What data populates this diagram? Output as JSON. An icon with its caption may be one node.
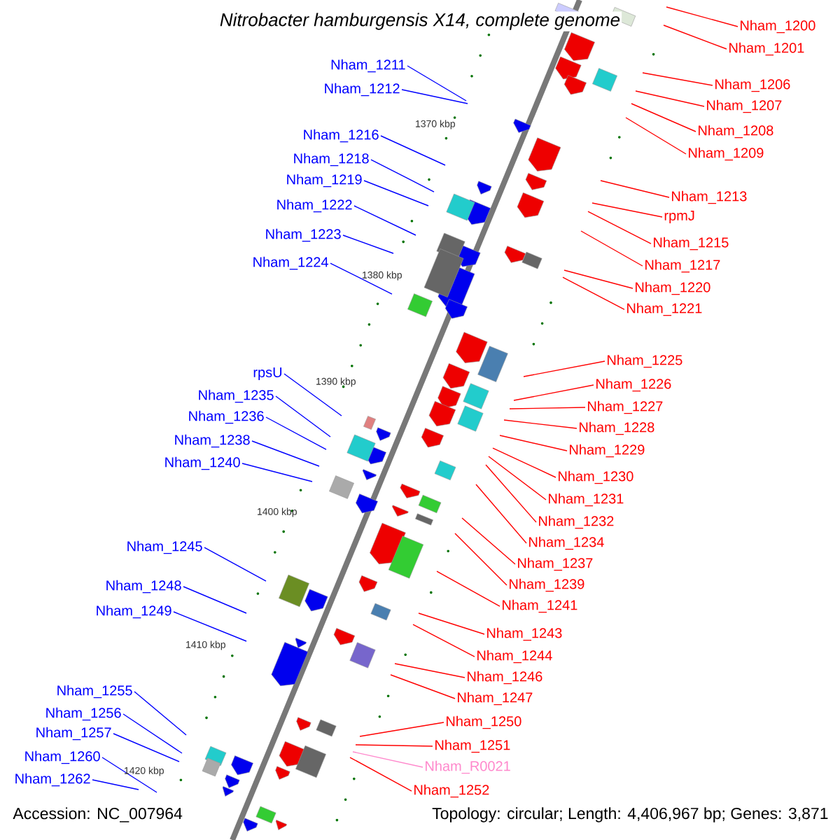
{
  "diagram": {
    "title": "Nitrobacter hamburgensis X14, complete genome",
    "nodes": [
      {
        "text": [
          "Nham_1211"
        ]
      },
      {
        "text": [
          "Nham_1212"
        ]
      },
      {
        "text": [
          "Nham_1216"
        ]
      },
      {
        "text": [
          "Nham_1218"
        ]
      },
      {
        "text": [
          "Nham_1219"
        ]
      },
      {
        "text": [
          "Nham_1222"
        ]
      },
      {
        "text": [
          "Nham_1223"
        ]
      },
      {
        "text": [
          "Nham_1224"
        ]
      },
      {
        "text": [
          "rpsU"
        ]
      },
      {
        "text": [
          "Nham_1235"
        ]
      },
      {
        "text": [
          "Nham_1236"
        ]
      },
      {
        "text": [
          "Nham_1238"
        ]
      },
      {
        "text": [
          "Nham_1240"
        ]
      },
      {
        "text": [
          "Nham_1245"
        ]
      },
      {
        "text": [
          "Nham_1248"
        ]
      },
      {
        "text": [
          "Nham_1249"
        ]
      },
      {
        "text": [
          "Nham_1255"
        ]
      },
      {
        "text": [
          "Nham_1256"
        ]
      },
      {
        "text": [
          "Nham_1257"
        ]
      },
      {
        "text": [
          "Nham_1260"
        ]
      },
      {
        "text": [
          "Nham_1262"
        ]
      },
      {
        "text": [
          "Nham_1200"
        ]
      },
      {
        "text": [
          "Nham_1201"
        ]
      },
      {
        "text": [
          "Nham_1206"
        ]
      },
      {
        "text": [
          "Nham_1207"
        ]
      },
      {
        "text": [
          "Nham_1208"
        ]
      },
      {
        "text": [
          "Nham_1209"
        ]
      },
      {
        "text": [
          "Nham_1213"
        ]
      },
      {
        "text": [
          "rpmJ"
        ]
      },
      {
        "text": [
          "Nham_1215"
        ]
      },
      {
        "text": [
          "Nham_1217"
        ]
      },
      {
        "text": [
          "Nham_1220"
        ]
      },
      {
        "text": [
          "Nham_1221"
        ]
      },
      {
        "text": [
          "Nham_1225"
        ]
      },
      {
        "text": [
          "Nham_1226"
        ]
      },
      {
        "text": [
          "Nham_1227"
        ]
      },
      {
        "text": [
          "Nham_1228"
        ]
      },
      {
        "text": [
          "Nham_1229"
        ]
      },
      {
        "text": [
          "Nham_1230"
        ]
      },
      {
        "text": [
          "Nham_1231"
        ]
      },
      {
        "text": [
          "Nham_1232"
        ]
      },
      {
        "text": [
          "Nham_1234"
        ]
      },
      {
        "text": [
          "Nham_1237"
        ]
      },
      {
        "text": [
          "Nham_1239"
        ]
      },
      {
        "text": [
          "Nham_1241"
        ]
      },
      {
        "text": [
          "Nham_1243"
        ]
      },
      {
        "text": [
          "Nham_1244"
        ]
      },
      {
        "text": [
          "Nham_1246"
        ]
      },
      {
        "text": [
          "Nham_1247"
        ]
      },
      {
        "text": [
          "Nham_1250"
        ]
      },
      {
        "text": [
          "Nham_1251"
        ]
      },
      {
        "text": [
          "Nham_R0021"
        ]
      },
      {
        "text": [
          "Nham_1252"
        ]
      }
    ],
    "edges": [
      {
        "from": 0,
        "to": null,
        "arrow": "none",
        "color": "#0000ff"
      },
      {
        "from": 1,
        "to": null,
        "arrow": "none",
        "color": "#0000ff"
      },
      {
        "from": 2,
        "to": null,
        "arrow": "none",
        "color": "#0000ff"
      },
      {
        "from": 3,
        "to": null,
        "arrow": "none",
        "color": "#0000ff"
      },
      {
        "from": 4,
        "to": null,
        "arrow": "none",
        "color": "#0000ff"
      },
      {
        "from": 5,
        "to": null,
        "arrow": "none",
        "color": "#0000ff"
      },
      {
        "from": 6,
        "to": null,
        "arrow": "none",
        "color": "#0000ff"
      },
      {
        "from": 7,
        "to": null,
        "arrow": "none",
        "color": "#0000ff"
      },
      {
        "from": 8,
        "to": null,
        "arrow": "none",
        "color": "#0000ff"
      },
      {
        "from": 9,
        "to": null,
        "arrow": "none",
        "color": "#0000ff"
      },
      {
        "from": 10,
        "to": null,
        "arrow": "none",
        "color": "#0000ff"
      },
      {
        "from": 11,
        "to": null,
        "arrow": "none",
        "color": "#0000ff"
      },
      {
        "from": 12,
        "to": null,
        "arrow": "none",
        "color": "#0000ff"
      },
      {
        "from": 13,
        "to": null,
        "arrow": "none",
        "color": "#0000ff"
      },
      {
        "from": 14,
        "to": null,
        "arrow": "none",
        "color": "#0000ff"
      },
      {
        "from": 15,
        "to": null,
        "arrow": "none",
        "color": "#0000ff"
      },
      {
        "from": 16,
        "to": null,
        "arrow": "none",
        "color": "#0000ff"
      },
      {
        "from": 17,
        "to": null,
        "arrow": "none",
        "color": "#0000ff"
      },
      {
        "from": 18,
        "to": null,
        "arrow": "none",
        "color": "#0000ff"
      },
      {
        "from": 19,
        "to": null,
        "arrow": "none",
        "color": "#0000ff"
      },
      {
        "from": 20,
        "to": null,
        "arrow": "none",
        "color": "#0000ff"
      },
      {
        "from": 21,
        "to": null,
        "arrow": "none"
      },
      {
        "from": 22,
        "to": null,
        "arrow": "none"
      },
      {
        "from": 23,
        "to": null,
        "arrow": "none"
      },
      {
        "from": 24,
        "to": null,
        "arrow": "none"
      },
      {
        "from": 25,
        "to": null,
        "arrow": "none"
      },
      {
        "from": 26,
        "to": null,
        "arrow": "none"
      },
      {
        "from": 27,
        "to": null,
        "arrow": "none"
      },
      {
        "from": 28,
        "to": null,
        "arrow": "none"
      },
      {
        "from": 29,
        "to": null,
        "arrow": "none"
      },
      {
        "from": 30,
        "to": null,
        "arrow": "none"
      },
      {
        "from": 31,
        "to": null,
        "arrow": "none"
      },
      {
        "from": 32,
        "to": null,
        "arrow": "none"
      },
      {
        "from": 33,
        "to": null,
        "arrow": "none"
      },
      {
        "from": 34,
        "to": null,
        "arrow": "none"
      },
      {
        "from": 35,
        "to": null,
        "arrow": "none"
      },
      {
        "from": 36,
        "to": null,
        "arrow": "none"
      },
      {
        "from": 37,
        "to": null,
        "arrow": "none"
      },
      {
        "from": 38,
        "to": null,
        "arrow": "none"
      },
      {
        "from": 39,
        "to": null,
        "arrow": "none"
      },
      {
        "from": 40,
        "to": null,
        "arrow": "none"
      },
      {
        "from": 41,
        "to": null,
        "arrow": "none"
      },
      {
        "from": 42,
        "to": null,
        "arrow": "none"
      },
      {
        "from": 43,
        "to": null,
        "arrow": "none"
      },
      {
        "from": 44,
        "to": null,
        "arrow": "none"
      },
      {
        "from": 45,
        "to": null,
        "arrow": "none"
      },
      {
        "from": 46,
        "to": null,
        "arrow": "none"
      },
      {
        "from": 47,
        "to": null,
        "arrow": "none"
      },
      {
        "from": 48,
        "to": null,
        "arrow": "none"
      },
      {
        "from": 49,
        "to": null,
        "arrow": "none"
      },
      {
        "from": 50,
        "to": null,
        "arrow": "none"
      },
      {
        "from": 51,
        "to": null,
        "arrow": "none",
        "color": "#ff88cc"
      },
      {
        "from": 52,
        "to": null,
        "arrow": "none"
      }
    ],
    "labels": [
      "1370 kbp",
      "1380 kbp",
      "1390 kbp",
      "1400 kbp",
      "1410 kbp",
      "1420 kbp",
      "Accession: NC_007964",
      "Topology: circular; Length: 4,406,967 bp; Genes: 3,871"
    ]
  }
}
